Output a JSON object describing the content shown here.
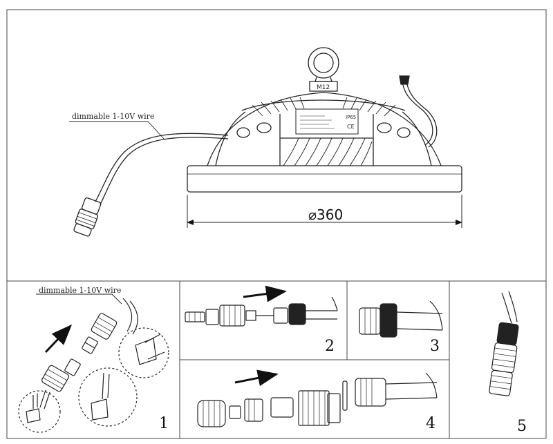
{
  "main_view": {
    "wire_label": "dimmable 1-10V wire",
    "diameter_label": "⌀360",
    "eyebolt_label": "M12",
    "nameplate": {
      "ip_rating": "IP65",
      "ce_mark": "CE"
    }
  },
  "steps": [
    {
      "number": "1",
      "wire_label": "dimmable 1-10V wire"
    },
    {
      "number": "2"
    },
    {
      "number": "3"
    },
    {
      "number": "4"
    },
    {
      "number": "5"
    }
  ],
  "colors": {
    "line": "#222222",
    "frame": "#444444",
    "background": "#ffffff"
  }
}
